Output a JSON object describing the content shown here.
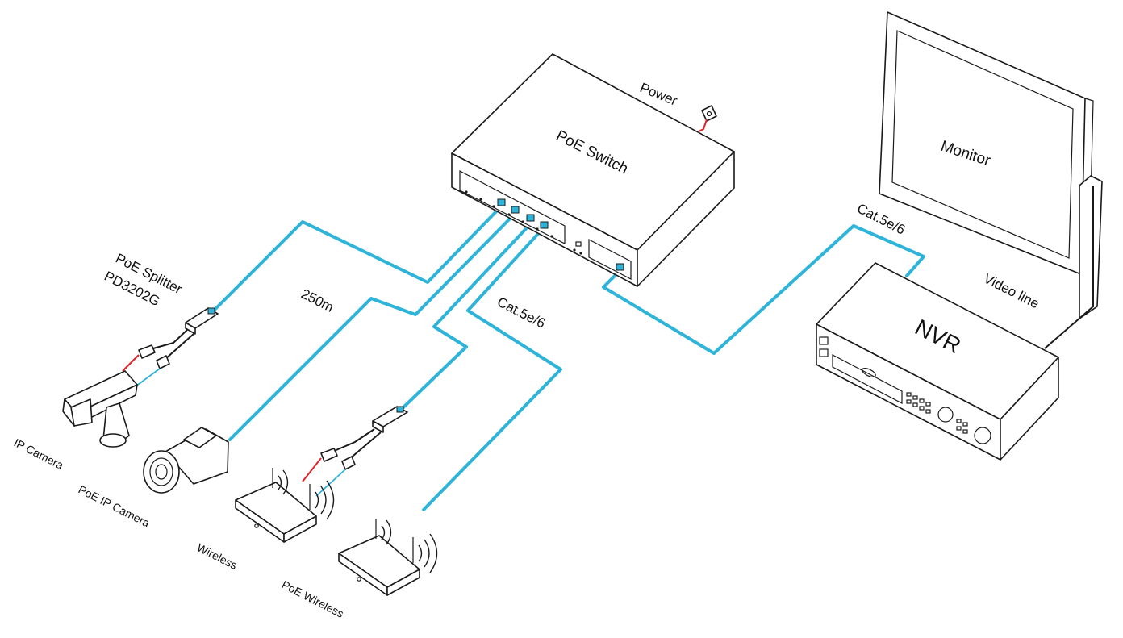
{
  "labels": {
    "power": "Power",
    "poe_switch": "PoE  Switch",
    "monitor": "Monitor",
    "nvr": "NVR",
    "video_line": "Video line",
    "cat_right": "Cat.5e/6",
    "cat_center": "Cat.5e/6",
    "distance": "250m",
    "splitter_name": "PoE Splitter",
    "splitter_model": "PD3202G",
    "ip_camera": "IP Camera",
    "poe_ip_camera": "PoE IP Camera",
    "wireless": "Wireless",
    "poe_wireless": "PoE Wireless"
  },
  "colors": {
    "cable": "#2fb4d9",
    "power_wire": "#e0232a",
    "outline": "#1a1a1a"
  }
}
